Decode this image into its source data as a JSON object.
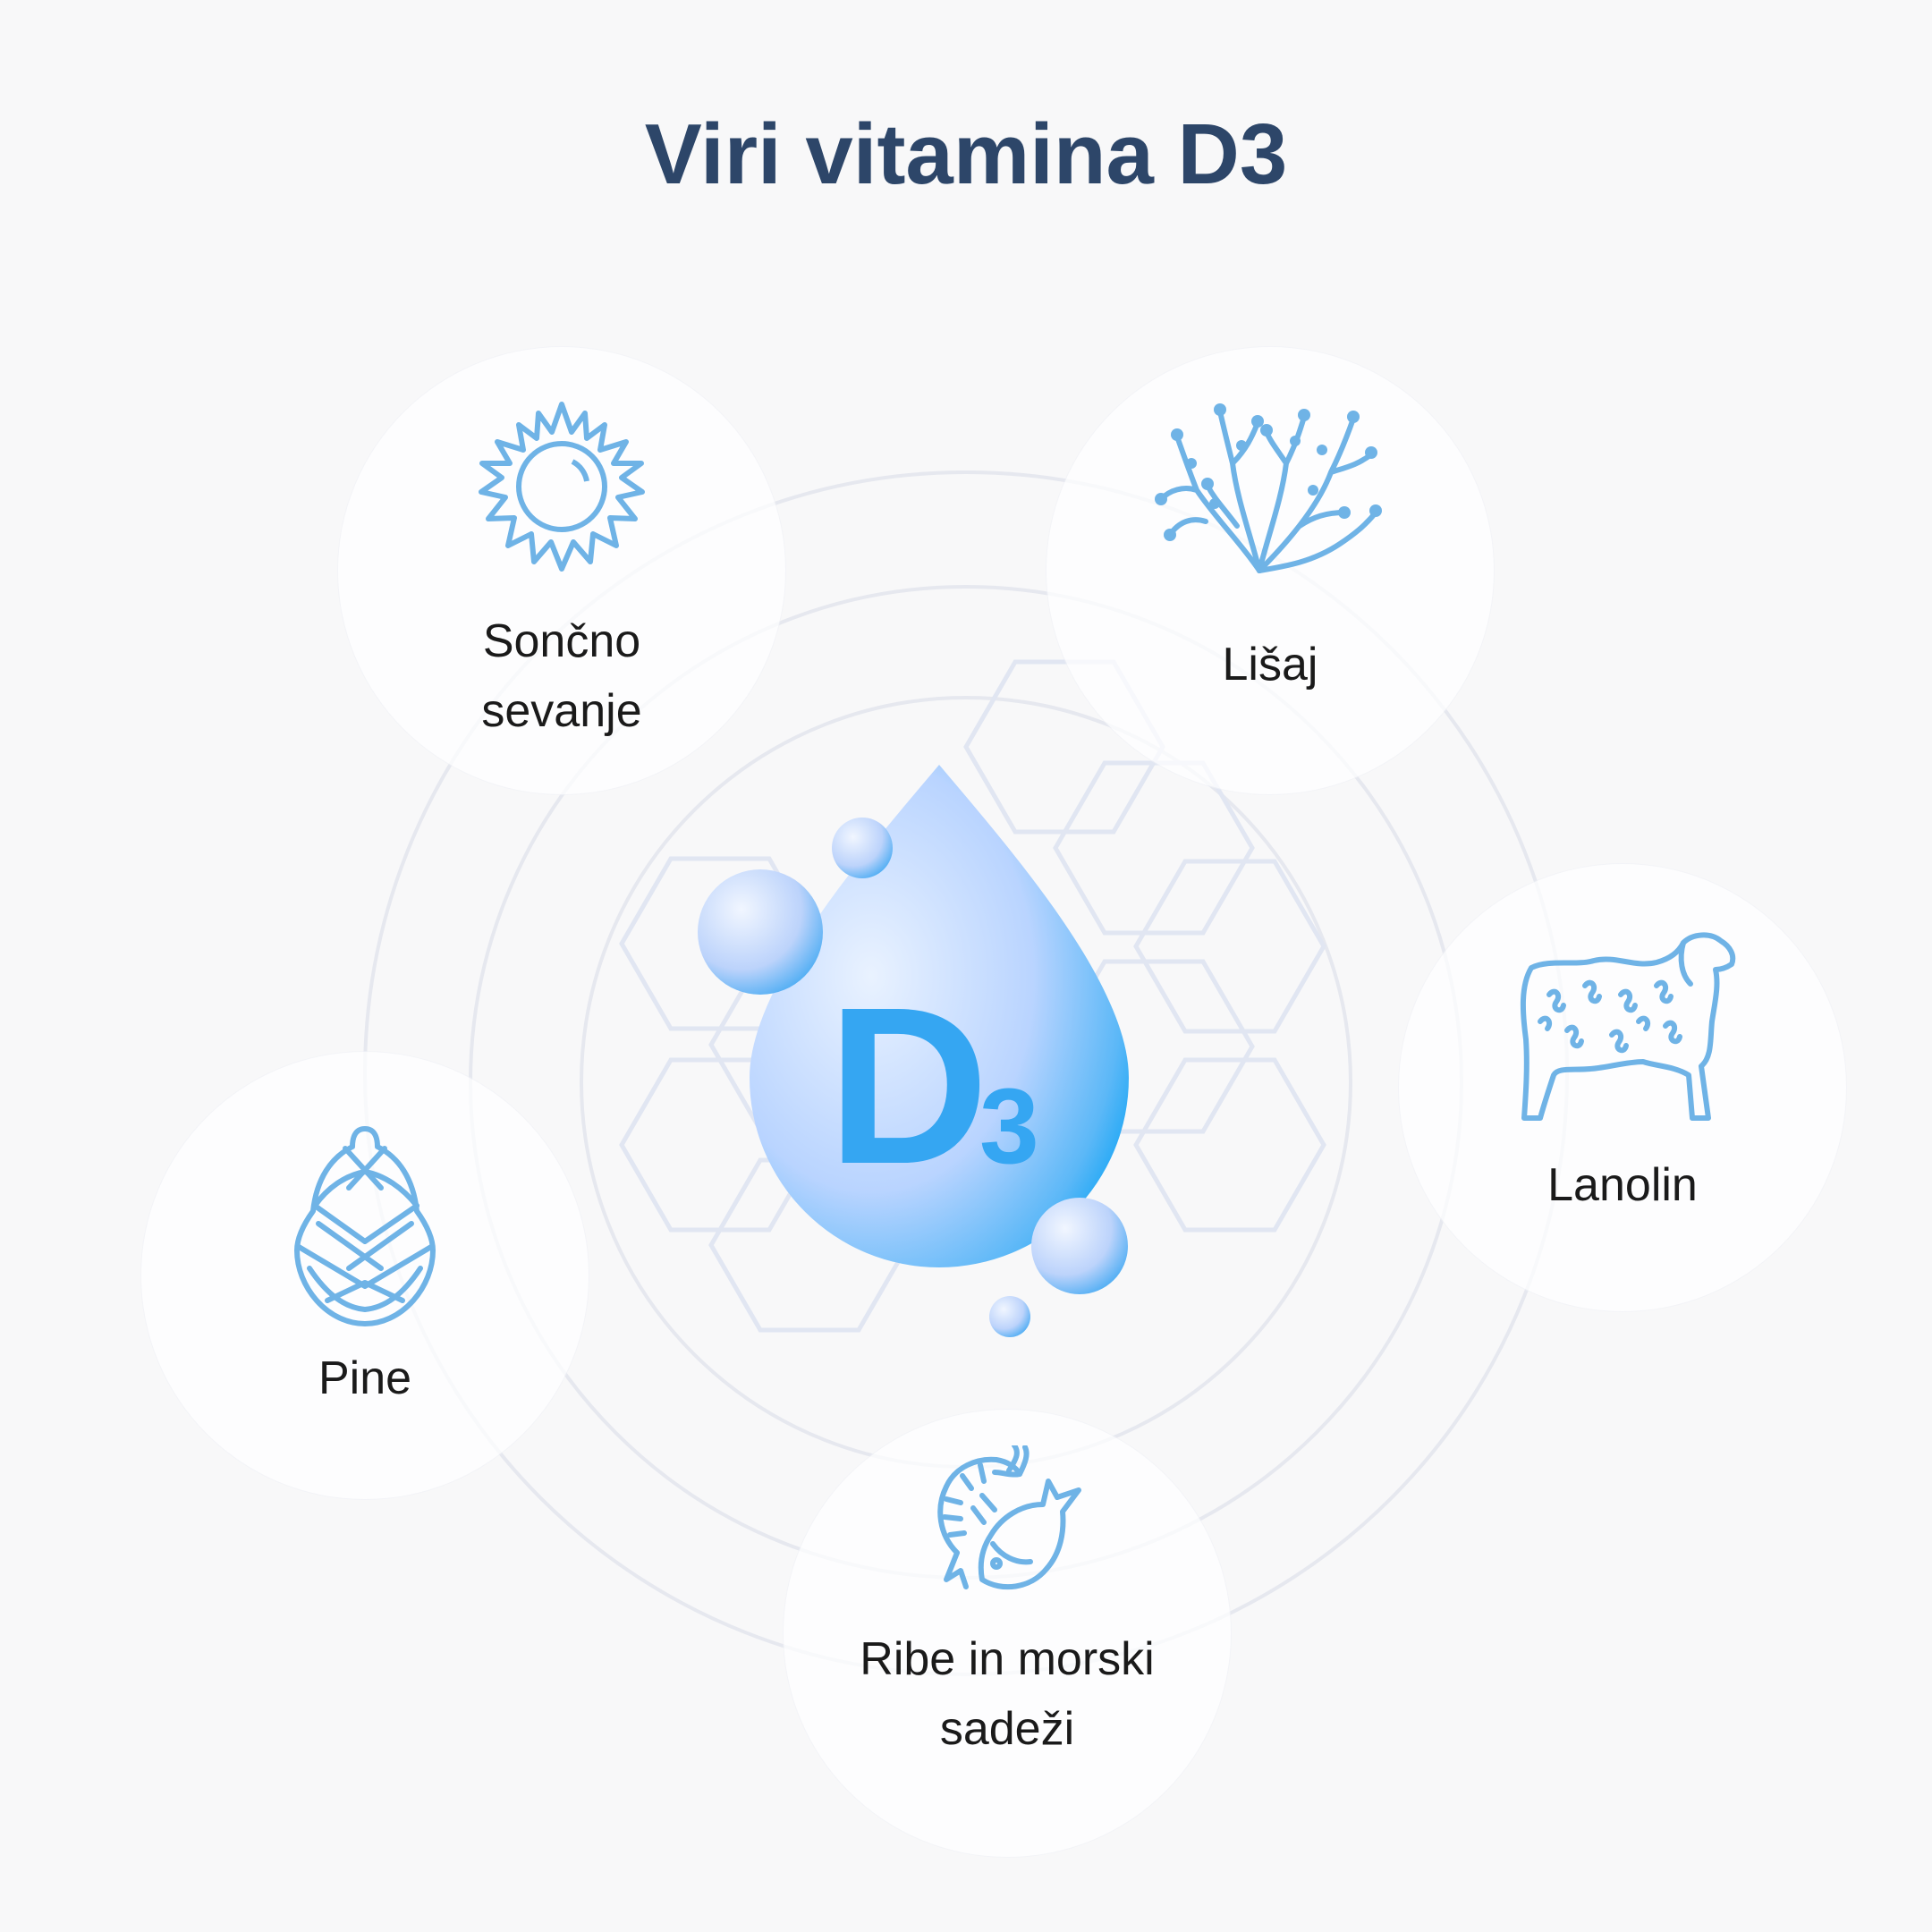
{
  "title": "Viri vitamina D3",
  "center": {
    "main": "D",
    "sub": "3"
  },
  "sources": [
    {
      "id": "sun",
      "label": "Sončno\nsevanje",
      "icon": "sun-icon"
    },
    {
      "id": "lichen",
      "label": "Lišaj",
      "icon": "lichen-icon"
    },
    {
      "id": "lanolin",
      "label": "Lanolin",
      "icon": "sheep-icon"
    },
    {
      "id": "pine",
      "label": "Pine",
      "icon": "pine-cone-icon"
    },
    {
      "id": "seafood",
      "label": "Ribe in morski\nsadeži",
      "icon": "fish-shrimp-icon"
    }
  ],
  "colors": {
    "title": "#2d4669",
    "icon": "#6fb3e6",
    "drop_light": "#e6f0ff",
    "drop_dark": "#12a3f5",
    "d3_text": "#35a6f2"
  }
}
